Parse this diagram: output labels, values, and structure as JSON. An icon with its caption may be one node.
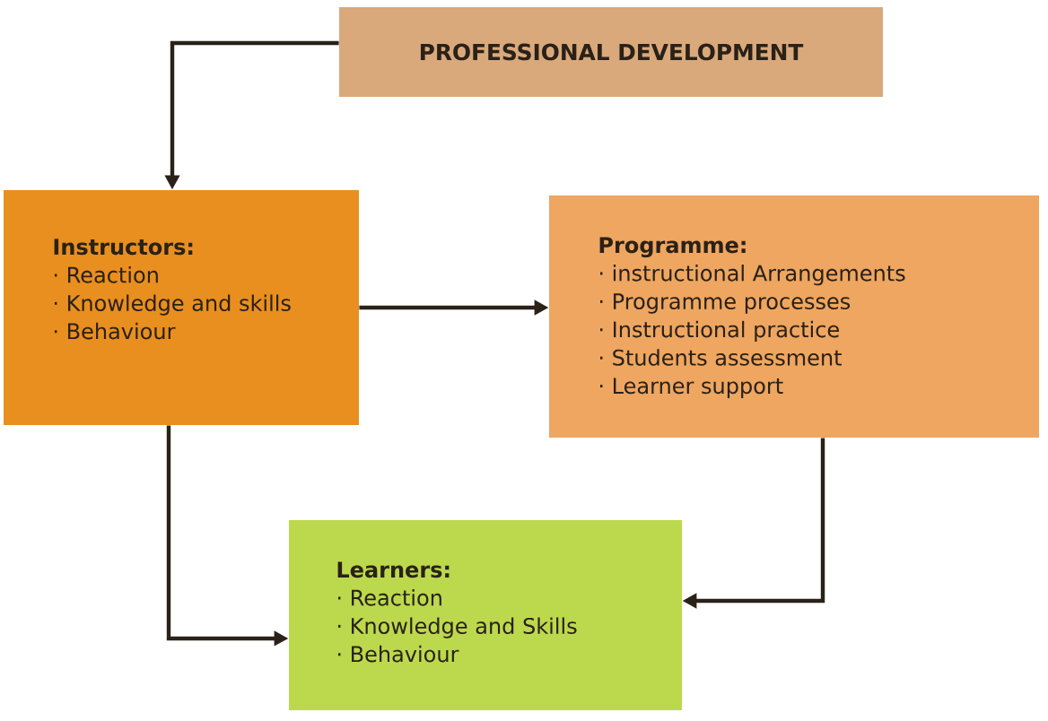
{
  "diagram": {
    "nodes": [
      {
        "text": [
          "PROFESSIONAL DEVELOPMENT"
        ]
      },
      {
        "text": [
          "Instructors:",
          "· Reaction",
          "· Knowledge and skills",
          "· Behaviour"
        ]
      },
      {
        "text": [
          "Programme:",
          "· instructional Arrangements",
          "· Programme processes",
          "· Instructional practice",
          "· Students assessment",
          "· Learner support"
        ]
      },
      {
        "text": [
          "Learners:",
          "· Reaction",
          "· Knowledge and Skills",
          "· Behaviour"
        ]
      }
    ],
    "edges": [
      {
        "from": 0,
        "to": 1,
        "arrow": "to"
      },
      {
        "from": 1,
        "to": 2,
        "arrow": "to"
      },
      {
        "from": 1,
        "to": 3,
        "arrow": "to"
      },
      {
        "from": 2,
        "to": 3,
        "arrow": "to"
      }
    ]
  }
}
